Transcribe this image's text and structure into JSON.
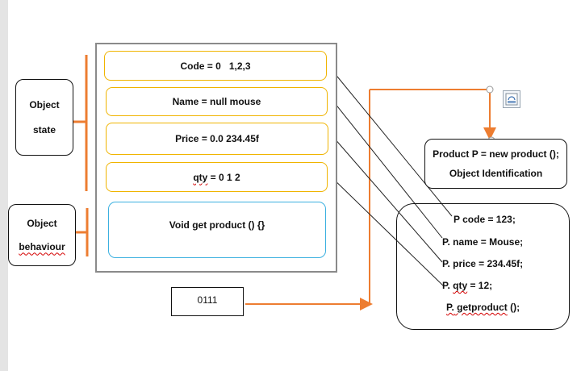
{
  "object_state_label": {
    "line1": "Object",
    "line2": "state"
  },
  "object_behaviour_label": {
    "line1": "Object",
    "line2": "behaviour"
  },
  "fields": {
    "code": "Code = 0   1,2,3",
    "name": "Name = null mouse",
    "price": "Price = 0.0 234.45f",
    "qty_word": "qty",
    "qty_rest": " = 0 1 2"
  },
  "method": "Void get product () {}",
  "address": "0111",
  "identification": {
    "line1": "Product P = new product ();",
    "line2": "Object Identification"
  },
  "assignments": {
    "code": "P code = 123;",
    "name": "P. name = Mouse;",
    "price": "P. price = 234.45f;",
    "qty_prefix": "P. ",
    "qty_word": "qty",
    "qty_suffix": " = 12;",
    "method_prefix": "P.",
    "method_word": " getproduct",
    "method_suffix": " ();"
  },
  "colors": {
    "orange": "#ed7d31",
    "yellow_border": "#f0b400",
    "blue_border": "#3bb0e0",
    "frame": "#8a8a8a"
  },
  "icons": [
    "anchor-icon"
  ]
}
